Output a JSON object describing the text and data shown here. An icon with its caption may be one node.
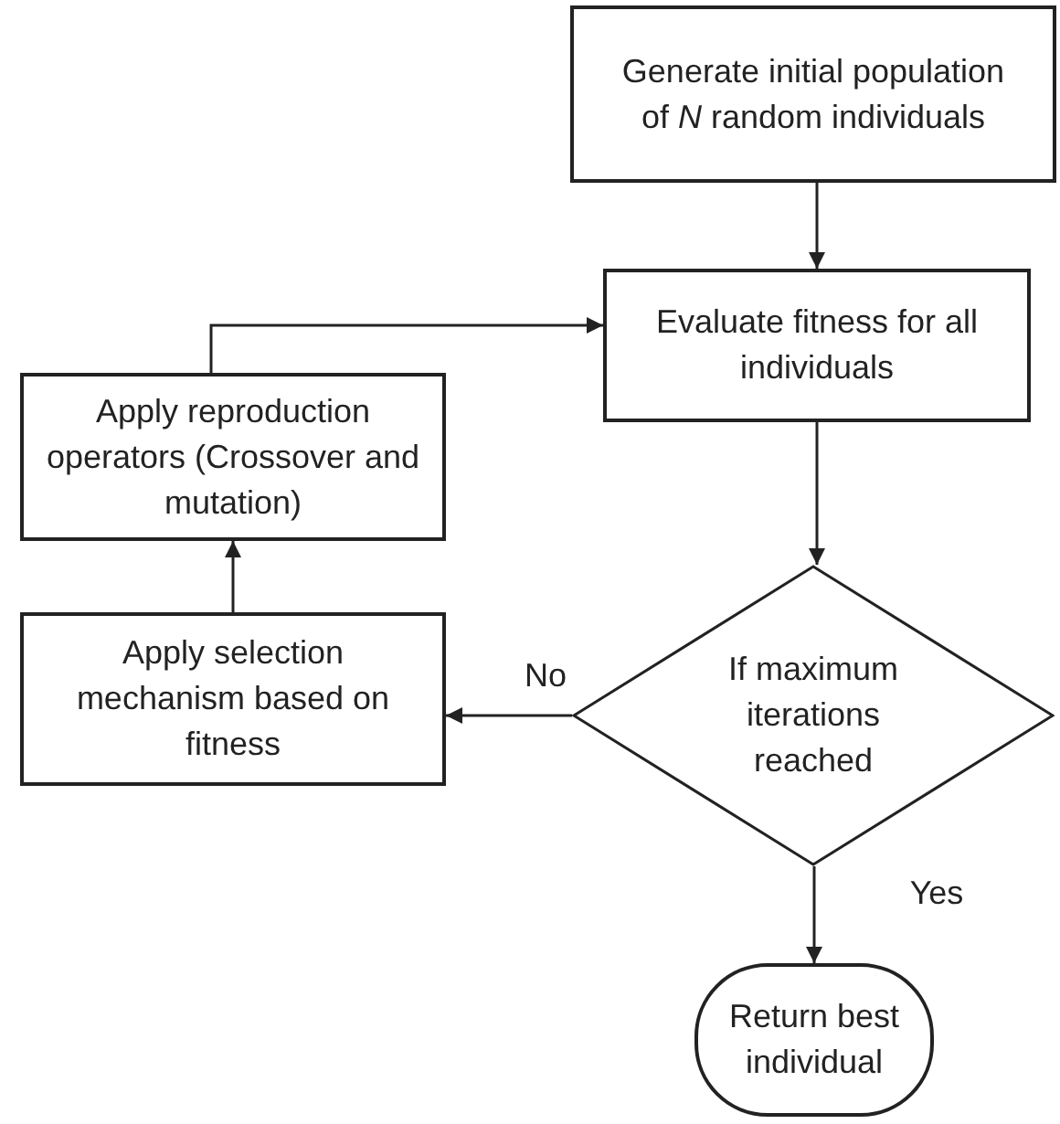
{
  "diagram": {
    "nodes": [
      {
        "text": [
          "Generate initial population of *N* random individuals"
        ]
      },
      {
        "text": [
          "Evaluate fitness for all individuals"
        ]
      },
      {
        "text": [
          "Apply reproduction operators (Crossover and mutation)"
        ]
      },
      {
        "text": [
          "Apply selection mechanism based on fitness"
        ]
      },
      {
        "text": [
          "If maximum iterations reached"
        ]
      },
      {
        "text": [
          "Return best individual"
        ]
      }
    ],
    "edges": [
      {
        "from": 0,
        "to": 1,
        "arrow": "to"
      },
      {
        "from": 1,
        "to": 4,
        "arrow": "to"
      },
      {
        "from": 4,
        "to": 3,
        "arrow": "to",
        "label": "No"
      },
      {
        "from": 3,
        "to": 2,
        "arrow": "to"
      },
      {
        "from": 2,
        "to": 1,
        "arrow": "to"
      },
      {
        "from": 4,
        "to": 5,
        "arrow": "to",
        "label": "Yes"
      }
    ]
  }
}
